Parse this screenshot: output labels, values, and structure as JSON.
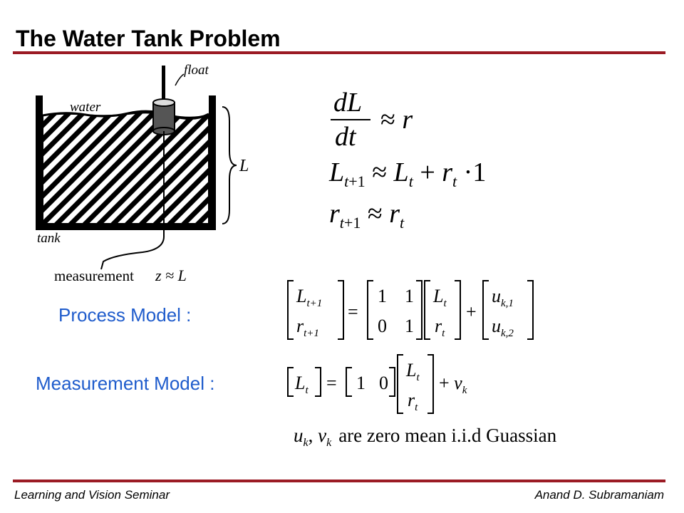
{
  "slide": {
    "title": "The Water Tank Problem",
    "accent_color": "#9b1b24",
    "label_color": "#1f5ccc"
  },
  "diagram": {
    "float_label": "float",
    "water_label": "water",
    "tank_label": "tank",
    "level_label": "L",
    "measurement_label": "measurement",
    "measurement_eq": "z ≈ L"
  },
  "equations": {
    "eq1_lhs_num": "dL",
    "eq1_lhs_den": "dt",
    "eq1_rhs": "≈ r",
    "eq2": "L_{t+1} ≈ L_t + r_t · 1",
    "eq3": "r_{t+1} ≈ r_t"
  },
  "process_model": {
    "label": "Process Model :",
    "state": [
      "L_{t+1}",
      "r_{t+1}"
    ],
    "matrix": [
      [
        "1",
        "1"
      ],
      [
        "0",
        "1"
      ]
    ],
    "prev_state": [
      "L_t",
      "r_t"
    ],
    "noise": [
      "u_{k,1}",
      "u_{k,2}"
    ]
  },
  "measurement_model": {
    "label": "Measurement Model :",
    "lhs": "L_t",
    "row": [
      "1",
      "0"
    ],
    "state": [
      "L_t",
      "r_t"
    ],
    "noise": "v_k"
  },
  "noise_note": {
    "vars": "u_k, v_k",
    "text": "are zero mean i.i.d Guassian"
  },
  "footer": {
    "left": "Learning and Vision Seminar",
    "right": "Anand D. Subramaniam"
  }
}
